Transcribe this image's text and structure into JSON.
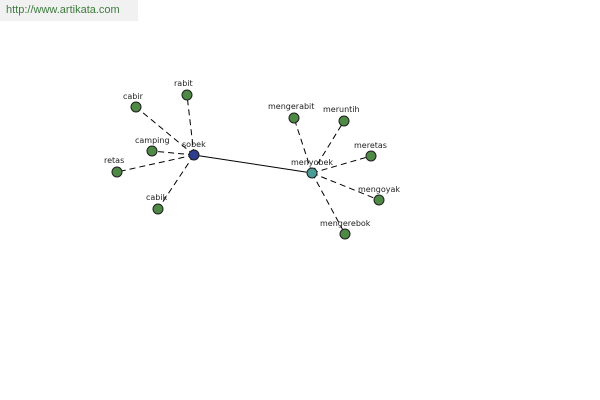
{
  "watermark": "http://www.artikata.com",
  "colors": {
    "node_synonym": "#4e8a45",
    "node_sobek": "#2e3d8f",
    "node_menyobek": "#4a9a96",
    "edge": "#000000"
  },
  "graph": {
    "hubs": [
      {
        "id": "sobek",
        "label": "sobek",
        "color": "#2e3d8f"
      },
      {
        "id": "menyobek",
        "label": "menyobek",
        "color": "#4a9a96"
      }
    ],
    "main_edge": [
      "sobek",
      "menyobek"
    ],
    "sobek_related": [
      {
        "id": "cabir",
        "label": "cabir"
      },
      {
        "id": "rabit",
        "label": "rabit"
      },
      {
        "id": "camping",
        "label": "camping"
      },
      {
        "id": "retas",
        "label": "retas"
      },
      {
        "id": "cabik",
        "label": "cabik"
      }
    ],
    "menyobek_related": [
      {
        "id": "mengerabit",
        "label": "mengerabit"
      },
      {
        "id": "meruntih",
        "label": "meruntih"
      },
      {
        "id": "meretas",
        "label": "meretas"
      },
      {
        "id": "mengoyak",
        "label": "mengoyak"
      },
      {
        "id": "mengerebok",
        "label": "mengerebok"
      }
    ]
  }
}
